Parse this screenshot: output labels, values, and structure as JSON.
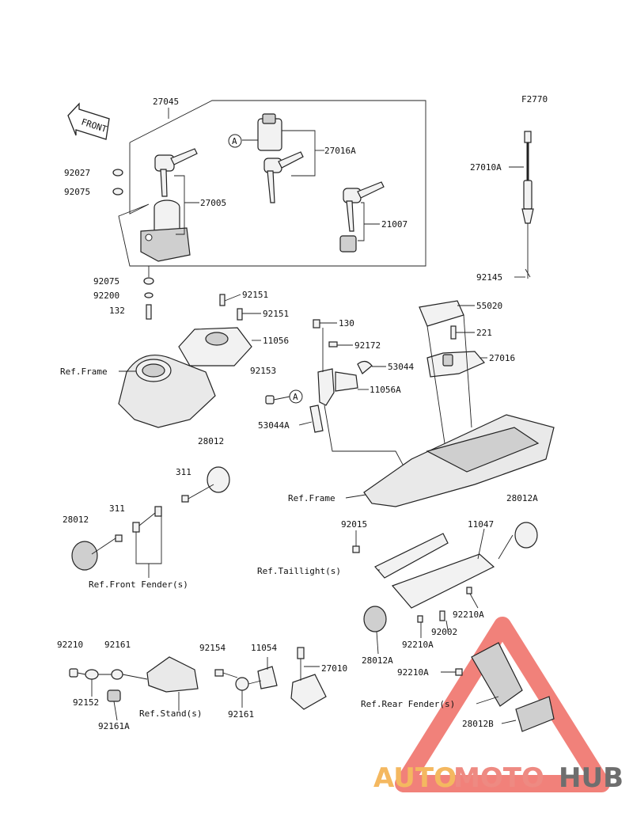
{
  "diagram": {
    "code": "F2770",
    "front_label": "FRONT",
    "ref_marker": "A",
    "parts": {
      "p27045": "27045",
      "p92027": "92027",
      "p92075a": "92075",
      "p27016A": "27016A",
      "p27005": "27005",
      "p21007": "21007",
      "p92075b": "92075",
      "p92200": "92200",
      "p132": "132",
      "p92151a": "92151",
      "p92151b": "92151",
      "p11056": "11056",
      "p92153": "92153",
      "p130": "130",
      "p92172": "92172",
      "p53044": "53044",
      "p11056A": "11056A",
      "p53044A": "53044A",
      "p27010A": "27010A",
      "p92145": "92145",
      "p55020": "55020",
      "p221": "221",
      "p27016": "27016",
      "p28012a": "28012",
      "p311a": "311",
      "p28012b": "28012",
      "p311b": "311",
      "p92015": "92015",
      "p11047": "11047",
      "p28012A_a": "28012A",
      "p92210A_a": "92210A",
      "p92002": "92002",
      "p92210A_b": "92210A",
      "p28012A_b": "28012A",
      "p92210": "92210",
      "p92161a": "92161",
      "p92154": "92154",
      "p11054": "11054",
      "p27010": "27010",
      "p92152": "92152",
      "p92161A": "92161A",
      "p92161b": "92161",
      "p92210A_c": "92210A",
      "p28012B": "28012B"
    },
    "refs": {
      "frame1": "Ref.Frame",
      "frame2": "Ref.Frame",
      "front_fender": "Ref.Front Fender(s)",
      "taillight": "Ref.Taillight(s)",
      "stand": "Ref.Stand(s)",
      "rear_fender": "Ref.Rear Fender(s)"
    }
  },
  "watermark": {
    "part1": "AUTO",
    "part2": "MOTO",
    "part3": "HUB",
    "colors": {
      "auto": "#f4b860",
      "moto": "#ee8a82",
      "hub": "#6e6e6e",
      "triangle": "#ee6b63"
    }
  }
}
